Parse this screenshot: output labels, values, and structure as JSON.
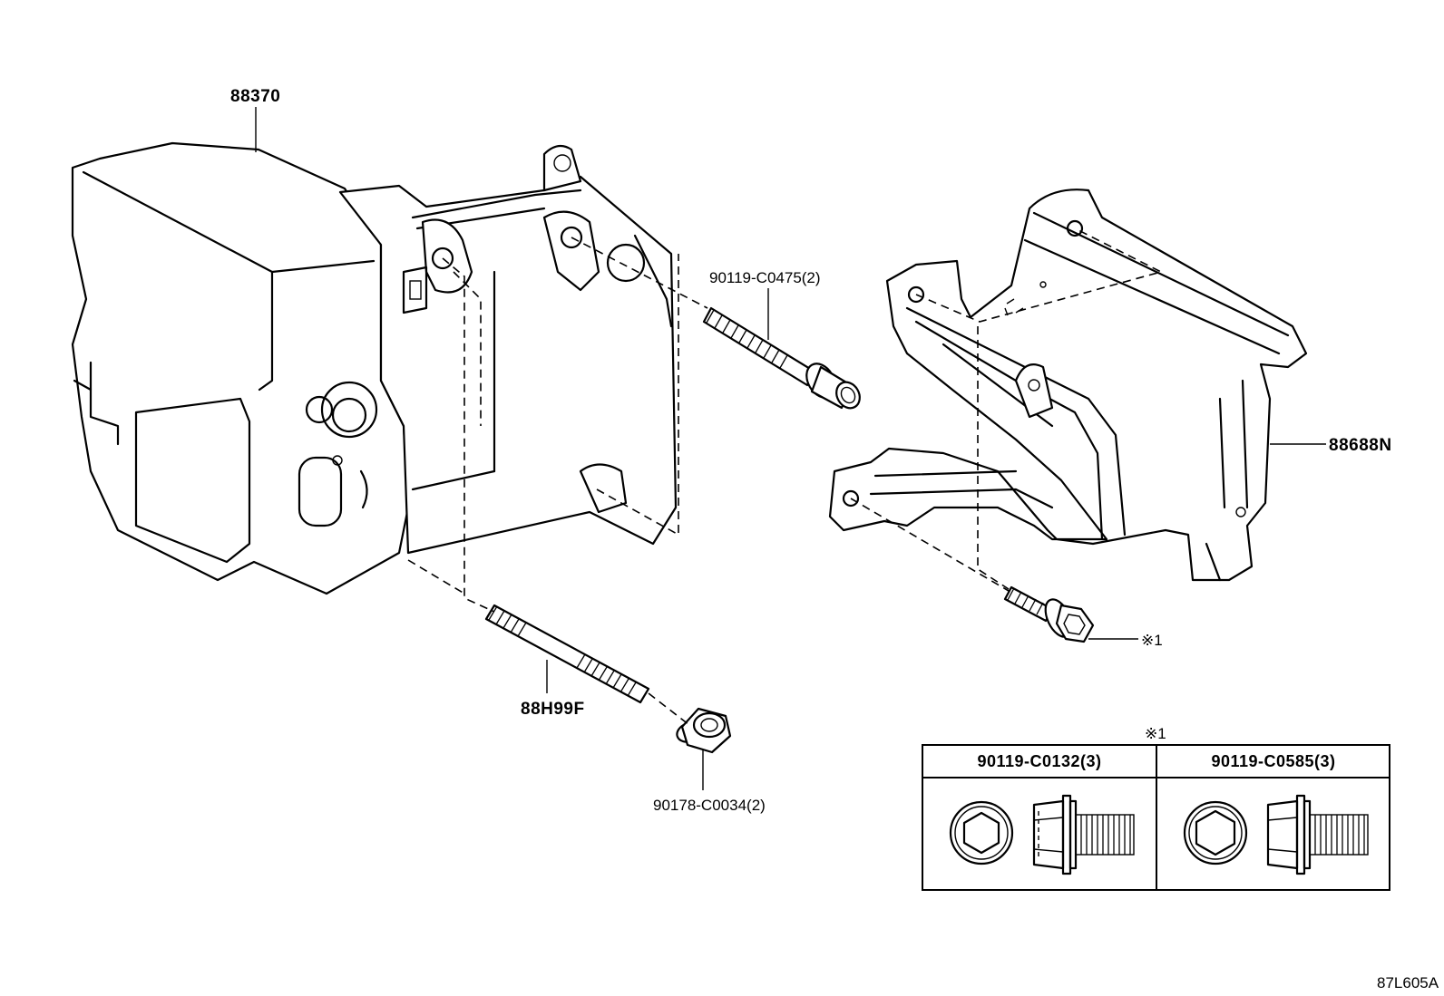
{
  "labels": {
    "p88370": "88370",
    "p90119_c0475": "90119-C0475(2)",
    "p88688n": "88688N",
    "p88h99f": "88H99F",
    "p90178_c0034": "90178-C0034(2)",
    "ref1": "※1"
  },
  "table": {
    "marker": "※1",
    "columns": [
      "90119-C0132(3)",
      "90119-C0585(3)"
    ]
  },
  "diagram_id": "87L605A"
}
